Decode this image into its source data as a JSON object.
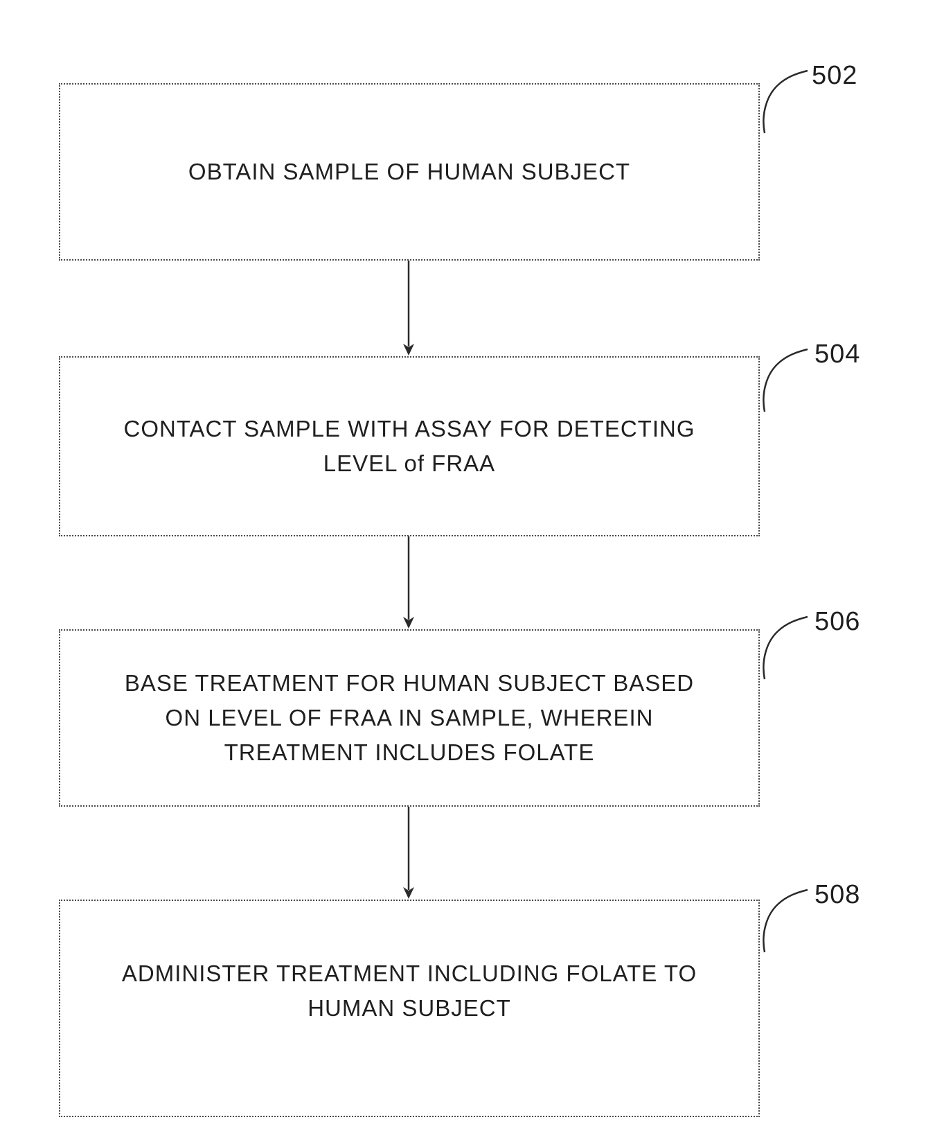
{
  "colors": {
    "ink": "#1f1f1f",
    "background": "#ffffff"
  },
  "diagram": {
    "type": "flowchart",
    "direction": "top-down",
    "steps": [
      {
        "ref": "502",
        "lines": [
          "OBTAIN SAMPLE OF HUMAN SUBJECT"
        ]
      },
      {
        "ref": "504",
        "lines": [
          "CONTACT SAMPLE WITH ASSAY FOR DETECTING",
          "LEVEL of FRAA"
        ]
      },
      {
        "ref": "506",
        "lines": [
          "BASE TREATMENT FOR HUMAN SUBJECT BASED",
          "ON LEVEL OF FRAA IN SAMPLE, WHEREIN",
          "TREATMENT INCLUDES FOLATE"
        ]
      },
      {
        "ref": "508",
        "lines": [
          "ADMINISTER TREATMENT INCLUDING FOLATE TO",
          "HUMAN SUBJECT"
        ]
      }
    ],
    "connections": [
      {
        "from": "502",
        "to": "504"
      },
      {
        "from": "504",
        "to": "506"
      },
      {
        "from": "506",
        "to": "508"
      }
    ]
  }
}
